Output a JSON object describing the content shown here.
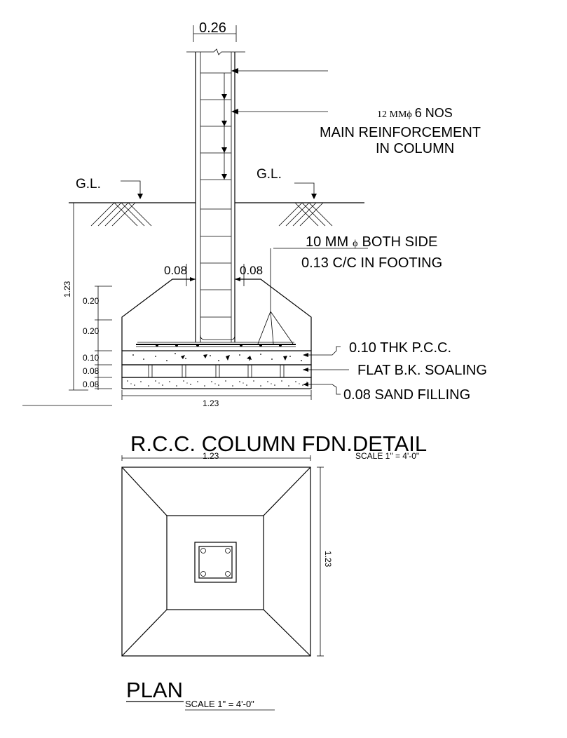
{
  "section": {
    "column_width_label": "0.26",
    "reinforcement": {
      "line1_size": "12 MM",
      "line1_rest": "6 NOS",
      "phi": "ϕ",
      "line2": "MAIN REINFORCEMENT",
      "line3": "IN COLUMN"
    },
    "gl_left": "G.L.",
    "gl_right": "G.L.",
    "footing_bars": {
      "line1_pre": "10 MM",
      "phi": "ϕ",
      "line1_post": "BOTH SIDE",
      "line2": "0.13 C/C IN FOOTING"
    },
    "offset_left": "0.08",
    "offset_right": "0.08",
    "total_depth": "1.23",
    "layers": [
      "0.20",
      "0.20",
      "0.10",
      "0.08",
      "0.08"
    ],
    "width_label": "1.23",
    "layer_notes": {
      "pcc": "0.10 THK P.C.C.",
      "soling": "FLAT B.K. SOALING",
      "sand": "0.08 SAND FILLING"
    },
    "title": "R.C.C. COLUMN FDN.DETAIL",
    "scale": "SCALE 1\" = 4'-0\""
  },
  "plan": {
    "width_label": "1.23",
    "height_label": "1.23",
    "title": "PLAN",
    "scale": "SCALE 1\" = 4'-0\""
  }
}
